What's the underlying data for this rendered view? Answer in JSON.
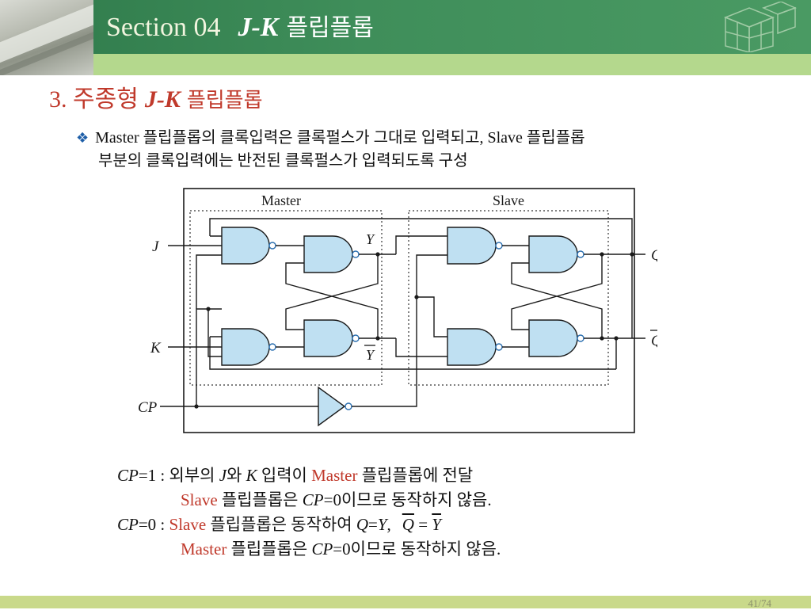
{
  "header": {
    "section_label": "Section 04",
    "jk": "J-K",
    "title_kor": "플립플롭"
  },
  "subtitle": {
    "number": "3. 주종형",
    "jk": "J-K",
    "kor": "플립플롭"
  },
  "bullet": {
    "line1": "Master 플립플롭의 클록입력은 클록펄스가 그대로 입력되고, Slave 플립플롭",
    "line2": "부분의 클록입력에는 반전된 클록펄스가 입력되도록 구성"
  },
  "diagram": {
    "master_label": "Master",
    "slave_label": "Slave",
    "label_J": "J",
    "label_K": "K",
    "label_CP": "CP",
    "label_Y": "Y",
    "label_Ybar": "Y",
    "label_Q": "Q",
    "label_Qbar": "Q"
  },
  "notes": {
    "r1_a": "CP",
    "r1_b": "=1 : 외부의 ",
    "r1_c": "J",
    "r1_d": "와 ",
    "r1_e": "K",
    "r1_f": " 입력이 ",
    "r1_g": "Master",
    "r1_h": " 플립플롭에 전달",
    "r2_a": "Slave",
    "r2_b": " 플립플롭은 ",
    "r2_c": "CP",
    "r2_d": "=0이므로 동작하지 않음.",
    "r3_a": "CP",
    "r3_b": "=0 : ",
    "r3_c": "Slave",
    "r3_d": " 플립플롭은 동작하여 ",
    "r3_e": "Q",
    "r3_f": "=",
    "r3_g": "Y",
    "r3_h": ",",
    "r3_i": "Q",
    "r3_j": " = ",
    "r3_k": "Y",
    "r4_a": "Master",
    "r4_b": " 플립플롭은 ",
    "r4_c": "CP",
    "r4_d": "=0이므로 동작하지 않음."
  },
  "footer": {
    "page": "41/74"
  }
}
